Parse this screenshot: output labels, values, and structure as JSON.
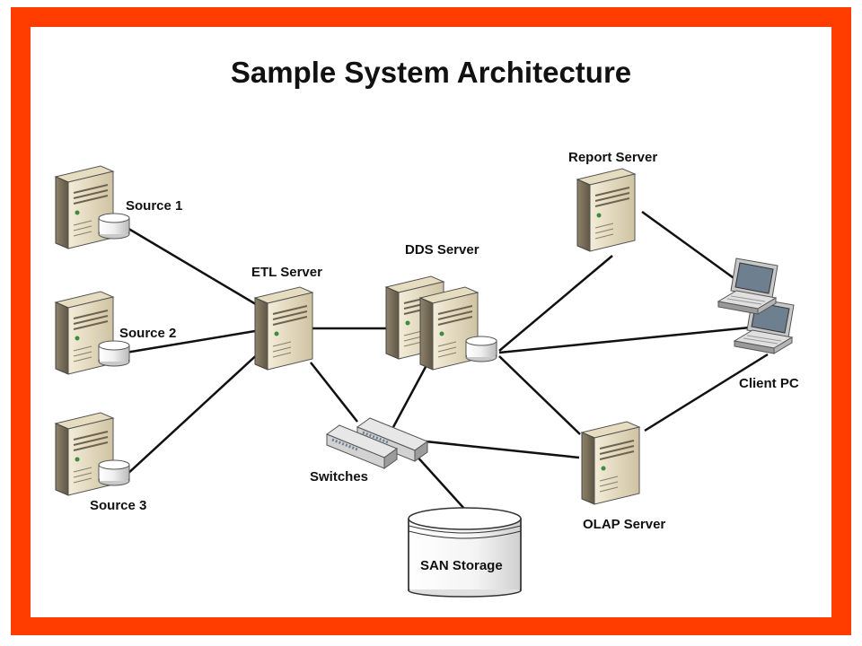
{
  "title": "Sample System Architecture",
  "nodes": {
    "source1": "Source 1",
    "source2": "Source 2",
    "source3": "Source 3",
    "etl": "ETL Server",
    "dds": "DDS Server",
    "report": "Report Server",
    "client": "Client PC",
    "olap": "OLAP Server",
    "switches": "Switches",
    "san": "SAN Storage"
  },
  "colors": {
    "border": "#ff3d00",
    "server_body": "#d9cfb4",
    "server_side": "#a69a7c",
    "line": "#111111"
  }
}
